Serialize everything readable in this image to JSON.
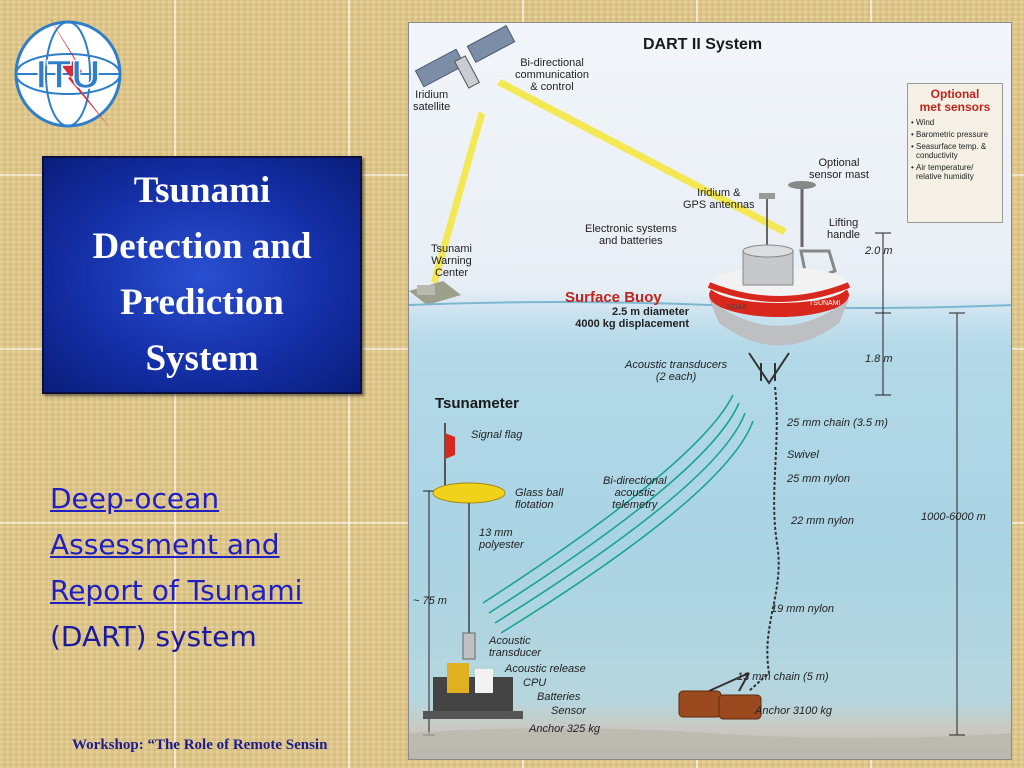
{
  "slide": {
    "title": "Tsunami\nDetection and\nPrediction\nSystem",
    "dart_link_line1": "Deep-ocean",
    "dart_link_line2": "Assessment and",
    "dart_link_line3": "Report of Tsunami",
    "dart_suffix": "(DART) system",
    "footer": "Workshop: “The Role of Remote Sensin",
    "logo_text": "ITU"
  },
  "diagram": {
    "title": "DART II System",
    "surface_buoy": {
      "name": "Surface Buoy",
      "spec_line1": "2.5 m diameter",
      "spec_line2": "4000 kg displacement"
    },
    "tsunameter": "Tsunameter",
    "met_sensors": {
      "title_line1": "Optional",
      "title_line2": "met sensors",
      "items": [
        "Wind",
        "Barometric pressure",
        "Seasurface temp. & conductivity",
        "Air temperature/ relative humidity"
      ]
    },
    "labels": {
      "iridium_satellite_1": "Iridium",
      "iridium_satellite_2": "satellite",
      "bidir_comm_1": "Bi-directional",
      "bidir_comm_2": "communication",
      "bidir_comm_3": "& control",
      "optional_mast_1": "Optional",
      "optional_mast_2": "sensor mast",
      "antennas_1": "Iridium &",
      "antennas_2": "GPS antennas",
      "electronics_1": "Electronic systems",
      "electronics_2": "and batteries",
      "lifting_1": "Lifting",
      "lifting_2": "handle",
      "warning_1": "Tsunami",
      "warning_2": "Warning",
      "warning_3": "Center",
      "dim_2m": "2.0 m",
      "dim_18m": "1.8 m",
      "acoustic_transducers_1": "Acoustic transducers",
      "acoustic_transducers_2": "(2 each)",
      "chain_25": "25 mm chain (3.5 m)",
      "swivel": "Swivel",
      "nylon_25": "25 mm nylon",
      "nylon_22": "22 mm nylon",
      "nylon_19": "19 mm nylon",
      "chain_13": "13 mm chain (5 m)",
      "anchor_3100": "Anchor 3100 kg",
      "depth": "1000-6000 m",
      "signal_flag": "Signal flag",
      "glass_ball_1": "Glass ball",
      "glass_ball_2": "flotation",
      "bidir_acoustic_1": "Bi-directional",
      "bidir_acoustic_2": "acoustic",
      "bidir_acoustic_3": "telemetry",
      "polyester_1": "13 mm",
      "polyester_2": "polyester",
      "depth_75": "~ 75 m",
      "acoustic_transducer_1": "Acoustic",
      "acoustic_transducer_2": "transducer",
      "acoustic_release": "Acoustic release",
      "cpu": "CPU",
      "batteries": "Batteries",
      "sensor": "Sensor",
      "anchor_325": "Anchor 325 kg",
      "buoy_mark_left": "NOAA",
      "buoy_mark_right": "TSUNAMI"
    }
  },
  "colors": {
    "title_box": "#1a3cc0",
    "link": "#2020c0",
    "buoy_red": "#d8281e",
    "background": "#e2c98a"
  }
}
